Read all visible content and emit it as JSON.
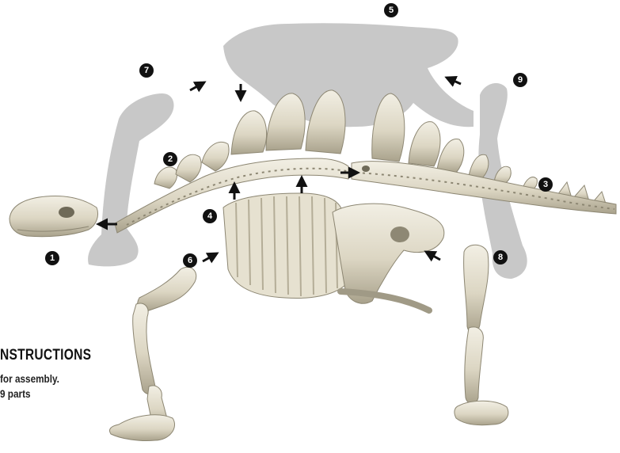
{
  "heading": "NSTRUCTIONS",
  "instructions": [
    "for assembly.",
    "9 parts"
  ],
  "part_numbers": [
    "1",
    "2",
    "3",
    "4",
    "5",
    "6",
    "7",
    "8",
    "9"
  ],
  "colors": {
    "silhouette": "#c8c8c8",
    "bone": "#e4dfcf",
    "bone_shadow": "#a09a86",
    "arrow": "#111111",
    "marker": "#111111"
  }
}
